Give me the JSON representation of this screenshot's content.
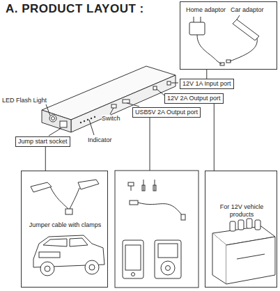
{
  "diagram": {
    "title": "A. PRODUCT LAYOUT :",
    "nodes": [
      {
        "text": [
          "Home adaptor",
          "Car adaptor"
        ]
      },
      {
        "text": [
          "12V 1A Input port"
        ]
      },
      {
        "text": [
          "12V 2A Output port"
        ]
      },
      {
        "text": [
          "USB5V 2A Output port"
        ]
      },
      {
        "text": [
          "Jump start socket"
        ]
      },
      {
        "text": [
          "Jumper cable with clamps"
        ]
      },
      {
        "text": [
          "For 12V vehicle products"
        ]
      }
    ],
    "edges": [
      {
        "from": 0,
        "to": 1,
        "arrow": "none"
      },
      {
        "from": 2,
        "to": 6,
        "arrow": "none"
      },
      {
        "from": 4,
        "to": 5,
        "arrow": "none"
      }
    ],
    "labels": [
      "LED Flash Light",
      "Switch",
      "Indicator"
    ]
  }
}
